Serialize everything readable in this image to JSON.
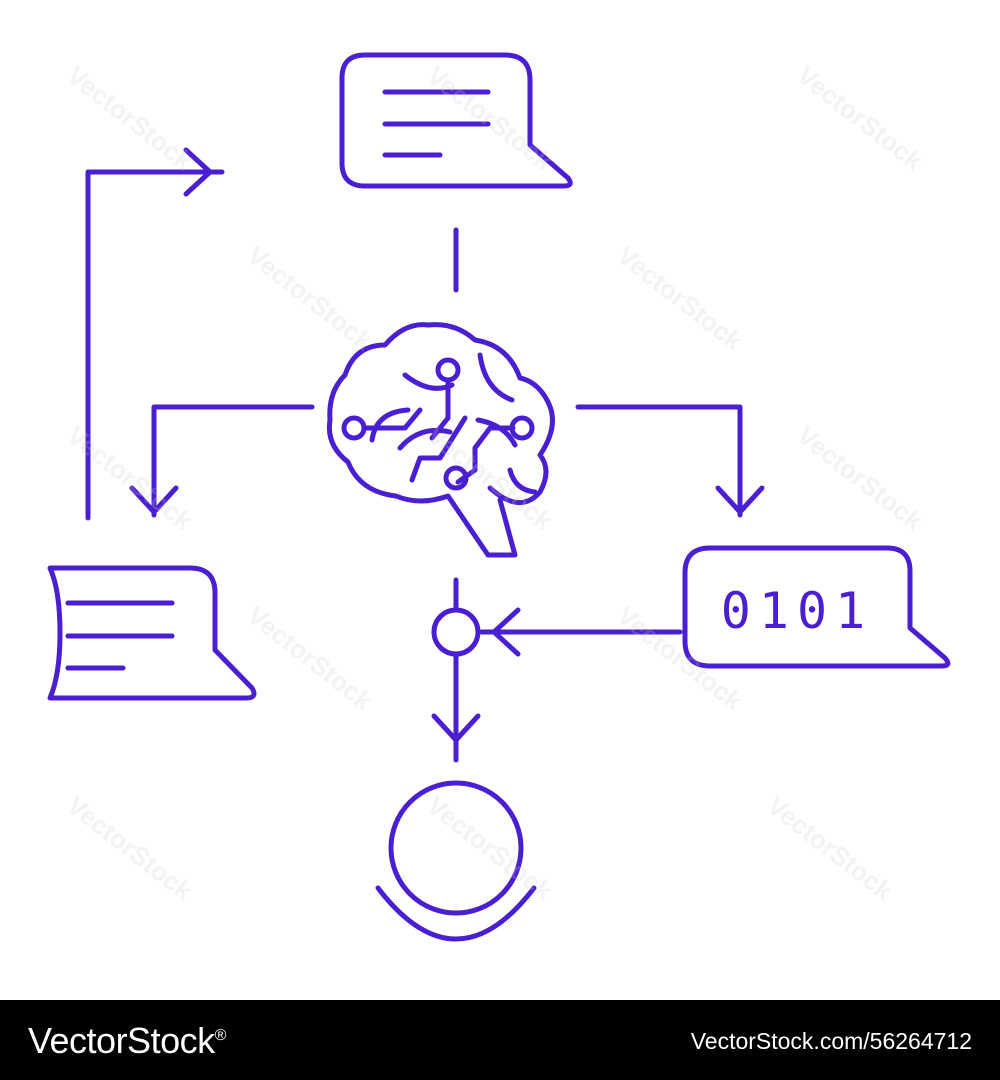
{
  "colors": {
    "stroke": "#4a1fd2",
    "background": "#ffffff",
    "footer_bg": "#000000",
    "footer_text": "#ffffff"
  },
  "diagram": {
    "nodes": [
      {
        "id": "top-chat",
        "kind": "speech-bubble-icon"
      },
      {
        "id": "brain",
        "kind": "brain-circuit-icon"
      },
      {
        "id": "left-chat",
        "kind": "speech-bubble-icon"
      },
      {
        "id": "binary-chat",
        "kind": "binary-bubble",
        "label": "0101"
      },
      {
        "id": "junction",
        "kind": "circle-node"
      },
      {
        "id": "output",
        "kind": "circle-user-icon"
      }
    ]
  },
  "watermark": {
    "text": "VectorStock"
  },
  "footer": {
    "brand": "VectorStock",
    "brand_mark": "®",
    "image_id": "VectorStock.com/56264712"
  }
}
